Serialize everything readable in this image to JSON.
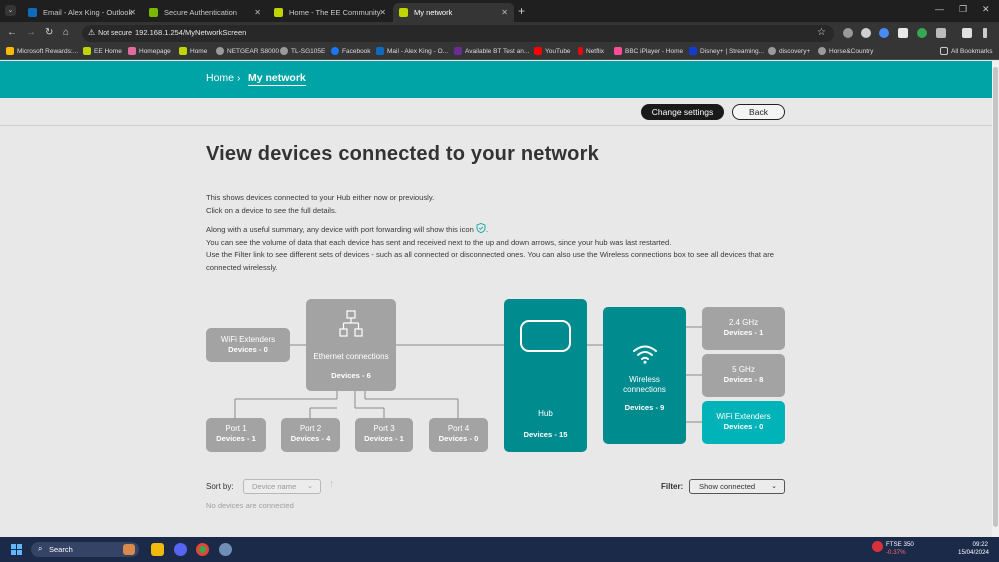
{
  "browser": {
    "tabs": [
      {
        "title": "Email - Alex King - Outlook",
        "color": "#0f6cbd"
      },
      {
        "title": "Secure Authentication",
        "color": "#7ab800"
      },
      {
        "title": "Home - The EE Community",
        "color": "#c0d400"
      },
      {
        "title": "My network",
        "color": "#c0d400"
      }
    ],
    "close_glyph": "✕",
    "new_tab_glyph": "+",
    "security_label": "Not secure",
    "url": "192.168.1.254/MyNetworkScreen",
    "bookmarks": [
      {
        "label": "Microsoft Rewards:...",
        "color": "#ffb900"
      },
      {
        "label": "EE Home",
        "color": "#c0d400"
      },
      {
        "label": "Homepage",
        "color": "#e06c9f"
      },
      {
        "label": "Home",
        "color": "#c0d400"
      },
      {
        "label": "NETGEAR S8000",
        "color": "#9a9a9a"
      },
      {
        "label": "TL-SG105E",
        "color": "#9a9a9a"
      },
      {
        "label": "Facebook",
        "color": "#1877f2"
      },
      {
        "label": "Mail - Alex King - O...",
        "color": "#0f6cbd"
      },
      {
        "label": "Available BT Test an...",
        "color": "#6a2c91"
      },
      {
        "label": "YouTube",
        "color": "#ff0000"
      },
      {
        "label": "Netflix",
        "color": "#e50914"
      },
      {
        "label": "BBC iPlayer - Home",
        "color": "#ff4c98"
      },
      {
        "label": "Disney+ | Streaming...",
        "color": "#113ccf"
      },
      {
        "label": "discovery+",
        "color": "#9a9a9a"
      },
      {
        "label": "Horse&Country",
        "color": "#9a9a9a"
      }
    ],
    "all_bookmarks": "All Bookmarks"
  },
  "page": {
    "breadcrumb": {
      "home": "Home",
      "separator": "›",
      "current": "My network"
    },
    "buttons": {
      "change_settings": "Change settings",
      "back": "Back"
    },
    "title": "View devices connected to your network",
    "intro": {
      "line1": "This shows devices connected to your Hub either now or previously.",
      "line2": "Click on a device to see the full details."
    },
    "summary": {
      "line1": "Along with a useful summary, any device with port forwarding will show this icon",
      "line1_end": ".",
      "line2": "You can see the volume of data that each device has sent and received next to the up and down arrows, since your hub was last restarted.",
      "line3": "Use the Filter link to see different sets of devices - such as all connected or disconnected ones. You can also use the Wireless connections box to see all devices that are connected wirelessly."
    },
    "diagram": {
      "wifi_extenders_left": {
        "name": "WiFi Extenders",
        "count": "Devices - 0"
      },
      "ethernet": {
        "name": "Ethernet connections",
        "count": "Devices - 6"
      },
      "ports": [
        {
          "name": "Port 1",
          "count": "Devices - 1"
        },
        {
          "name": "Port 2",
          "count": "Devices - 4"
        },
        {
          "name": "Port 3",
          "count": "Devices - 1"
        },
        {
          "name": "Port 4",
          "count": "Devices - 0"
        }
      ],
      "hub": {
        "name": "Hub",
        "count": "Devices - 15"
      },
      "wireless": {
        "name_line1": "Wireless",
        "name_line2": "connections",
        "count": "Devices - 9"
      },
      "band_24": {
        "name": "2.4 GHz",
        "count": "Devices - 1"
      },
      "band_5": {
        "name": "5 GHz",
        "count": "Devices - 8"
      },
      "wifi_extenders_right": {
        "name": "WiFi Extenders",
        "count": "Devices - 0"
      }
    },
    "sort": {
      "label": "Sort by:",
      "value": "Device name",
      "chevron": "⌄",
      "arrow": "↑"
    },
    "filter": {
      "label": "Filter:",
      "value": "Show connected",
      "chevron": "⌄"
    },
    "empty_message": "No devices are connected"
  },
  "taskbar": {
    "search_label": "Search",
    "stock_name": "FTSE 350",
    "stock_change": "-0.37%",
    "time": "09:22",
    "date": "15/04/2024"
  },
  "colors": {
    "ee_teal": "#00a4a7",
    "hub_teal": "#008b8f",
    "extender_teal": "#00b3b8",
    "device_grey": "#a3a3a3"
  }
}
